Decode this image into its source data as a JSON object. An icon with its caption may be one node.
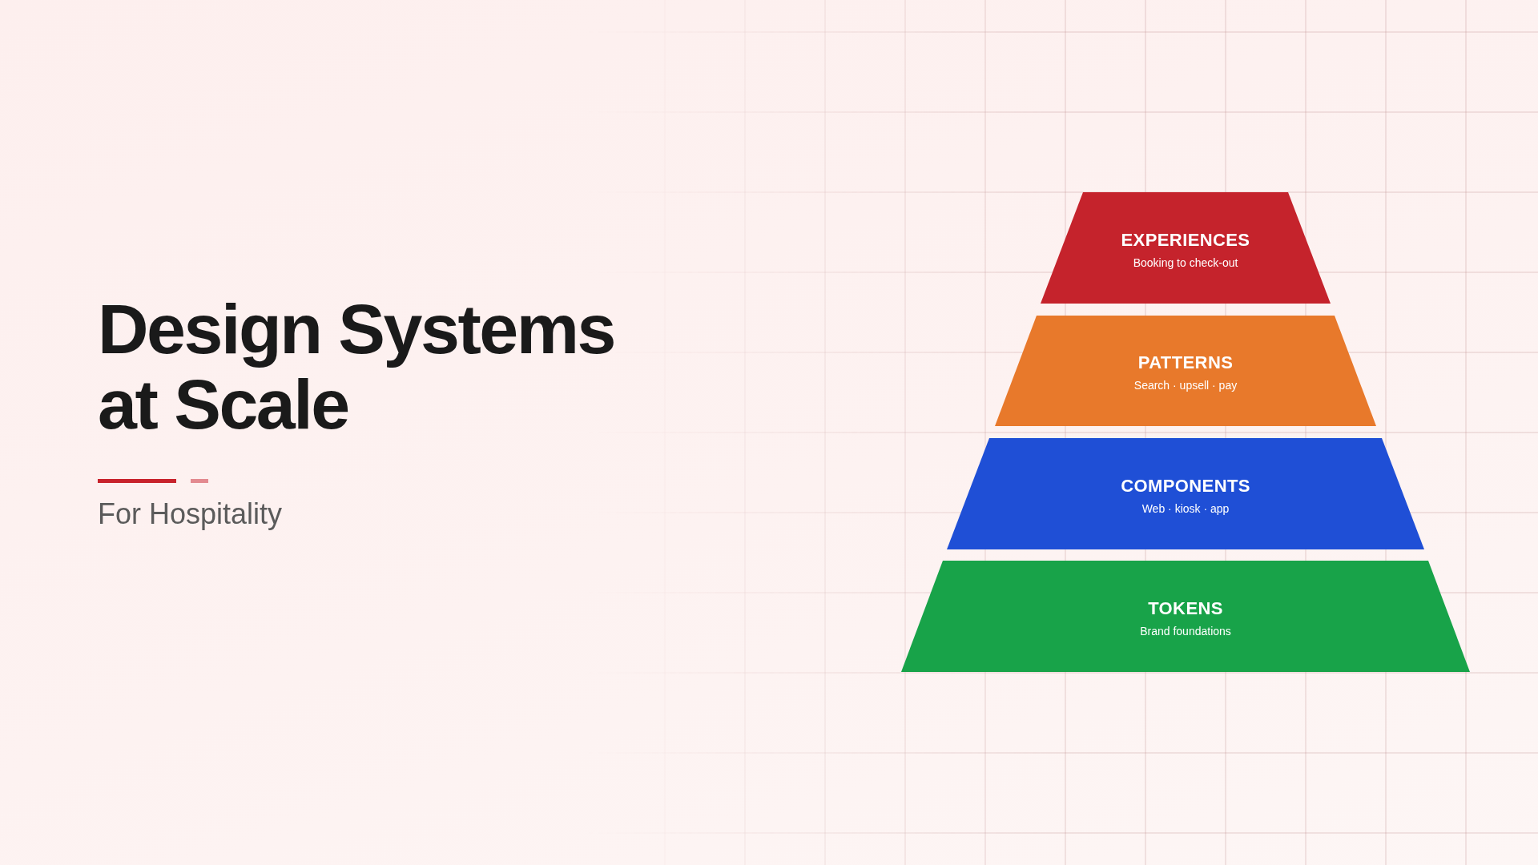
{
  "diagram": {
    "title": "Design Systems at Scale",
    "nodes": [
      {
        "text": [
          "EXPERIENCES",
          "Booking to check-out"
        ]
      },
      {
        "text": [
          "PATTERNS",
          "Search · upsell · pay"
        ]
      },
      {
        "text": [
          "COMPONENTS",
          "Web · kiosk · app"
        ]
      },
      {
        "text": [
          "TOKENS",
          "Brand foundations"
        ]
      }
    ],
    "labels": [
      "For Hospitality"
    ]
  }
}
